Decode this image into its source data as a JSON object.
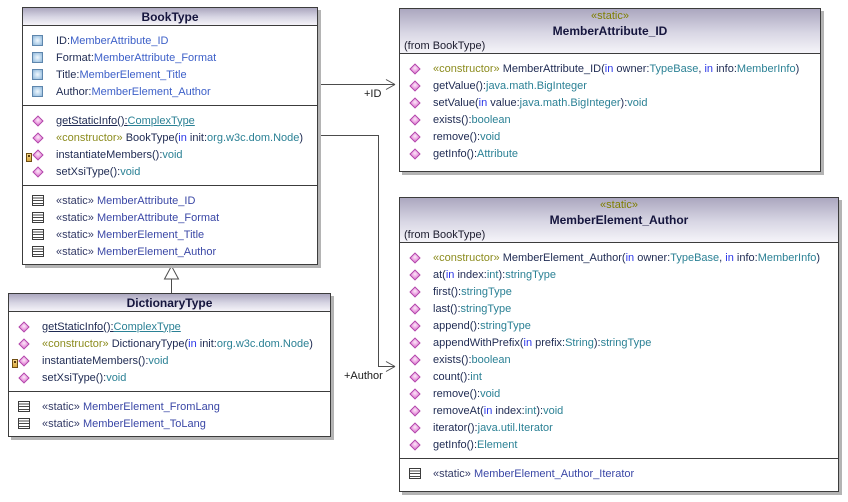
{
  "colors": {
    "member_name": "#1e2a52",
    "attribute_type": "#3c5fc8",
    "operation_type": "#2b8195",
    "keyword_in": "#2a36e8",
    "constructor_stereotype": "#8c8c1e",
    "static_stereotype_header": "#7f7f00",
    "nested_stereotype": "#333a66",
    "nested_name": "#3a47a6",
    "class_title": "#15153d",
    "box_border": "#3c3c3c",
    "connector": "#4c4c4c"
  },
  "connectors": {
    "id": {
      "type": "association",
      "label": "+ID"
    },
    "author": {
      "type": "association",
      "label": "+Author"
    },
    "generalization": {
      "type": "generalization",
      "from": "DictionaryType",
      "to": "BookType"
    }
  },
  "classes": [
    {
      "title": "BookType",
      "stereotype": "",
      "from": "",
      "compartments": [
        {
          "kind": "attributes",
          "rows": [
            {
              "icon": "attribute",
              "segments": [
                [
                  "ID:",
                  "member_name"
                ],
                [
                  "MemberAttribute_ID",
                  "attribute_type"
                ]
              ]
            },
            {
              "icon": "attribute",
              "segments": [
                [
                  "Format:",
                  "member_name"
                ],
                [
                  "MemberAttribute_Format",
                  "attribute_type"
                ]
              ]
            },
            {
              "icon": "attribute",
              "segments": [
                [
                  "Title:",
                  "member_name"
                ],
                [
                  "MemberElement_Title",
                  "attribute_type"
                ]
              ]
            },
            {
              "icon": "attribute",
              "segments": [
                [
                  "Author:",
                  "member_name"
                ],
                [
                  "MemberElement_Author",
                  "attribute_type"
                ]
              ]
            }
          ]
        },
        {
          "kind": "operations",
          "rows": [
            {
              "icon": "operation",
              "underline": true,
              "segments": [
                [
                  "getStaticInfo():",
                  "member_name"
                ],
                [
                  "ComplexType",
                  "operation_type"
                ]
              ]
            },
            {
              "icon": "operation",
              "segments": [
                [
                  "«constructor» ",
                  "constructor_stereotype"
                ],
                [
                  "BookType(",
                  "member_name"
                ],
                [
                  "in",
                  "keyword_in"
                ],
                [
                  " init:",
                  "member_name"
                ],
                [
                  "org.w3c.dom.Node",
                  "operation_type"
                ],
                [
                  ")",
                  "member_name"
                ]
              ]
            },
            {
              "icon": "operation",
              "badge": "protected-key",
              "segments": [
                [
                  "instantiateMembers():",
                  "member_name"
                ],
                [
                  "void",
                  "operation_type"
                ]
              ]
            },
            {
              "icon": "operation",
              "segments": [
                [
                  "setXsiType():",
                  "member_name"
                ],
                [
                  "void",
                  "operation_type"
                ]
              ]
            }
          ]
        },
        {
          "kind": "nested",
          "rows": [
            {
              "icon": "nested-classifier",
              "segments": [
                [
                  "«static» ",
                  "nested_stereotype"
                ],
                [
                  "MemberAttribute_ID",
                  "nested_name"
                ]
              ]
            },
            {
              "icon": "nested-classifier",
              "segments": [
                [
                  "«static» ",
                  "nested_stereotype"
                ],
                [
                  "MemberAttribute_Format",
                  "nested_name"
                ]
              ]
            },
            {
              "icon": "nested-classifier",
              "segments": [
                [
                  "«static» ",
                  "nested_stereotype"
                ],
                [
                  "MemberElement_Title",
                  "nested_name"
                ]
              ]
            },
            {
              "icon": "nested-classifier",
              "segments": [
                [
                  "«static» ",
                  "nested_stereotype"
                ],
                [
                  "MemberElement_Author",
                  "nested_name"
                ]
              ]
            }
          ]
        }
      ]
    },
    {
      "title": "MemberAttribute_ID",
      "stereotype": "«static»",
      "from": "(from BookType)",
      "compartments": [
        {
          "kind": "operations",
          "rows": [
            {
              "icon": "operation",
              "segments": [
                [
                  "«constructor» ",
                  "constructor_stereotype"
                ],
                [
                  "MemberAttribute_ID(",
                  "member_name"
                ],
                [
                  "in",
                  "keyword_in"
                ],
                [
                  " owner:",
                  "member_name"
                ],
                [
                  "TypeBase",
                  "operation_type"
                ],
                [
                  ", ",
                  "member_name"
                ],
                [
                  "in",
                  "keyword_in"
                ],
                [
                  " info:",
                  "member_name"
                ],
                [
                  "MemberInfo",
                  "operation_type"
                ],
                [
                  ")",
                  "member_name"
                ]
              ]
            },
            {
              "icon": "operation",
              "segments": [
                [
                  "getValue():",
                  "member_name"
                ],
                [
                  "java.math.BigInteger",
                  "operation_type"
                ]
              ]
            },
            {
              "icon": "operation",
              "segments": [
                [
                  "setValue(",
                  "member_name"
                ],
                [
                  "in",
                  "keyword_in"
                ],
                [
                  " value:",
                  "member_name"
                ],
                [
                  "java.math.BigInteger",
                  "operation_type"
                ],
                [
                  "):",
                  "member_name"
                ],
                [
                  "void",
                  "operation_type"
                ]
              ]
            },
            {
              "icon": "operation",
              "segments": [
                [
                  "exists():",
                  "member_name"
                ],
                [
                  "boolean",
                  "operation_type"
                ]
              ]
            },
            {
              "icon": "operation",
              "segments": [
                [
                  "remove():",
                  "member_name"
                ],
                [
                  "void",
                  "operation_type"
                ]
              ]
            },
            {
              "icon": "operation",
              "segments": [
                [
                  "getInfo():",
                  "member_name"
                ],
                [
                  "Attribute",
                  "operation_type"
                ]
              ]
            }
          ]
        }
      ]
    },
    {
      "title": "DictionaryType",
      "stereotype": "",
      "from": "",
      "compartments": [
        {
          "kind": "operations",
          "rows": [
            {
              "icon": "operation",
              "underline": true,
              "segments": [
                [
                  "getStaticInfo():",
                  "member_name"
                ],
                [
                  "ComplexType",
                  "operation_type"
                ]
              ]
            },
            {
              "icon": "operation",
              "segments": [
                [
                  "«constructor» ",
                  "constructor_stereotype"
                ],
                [
                  "DictionaryType(",
                  "member_name"
                ],
                [
                  "in",
                  "keyword_in"
                ],
                [
                  " init:",
                  "member_name"
                ],
                [
                  "org.w3c.dom.Node",
                  "operation_type"
                ],
                [
                  ")",
                  "member_name"
                ]
              ]
            },
            {
              "icon": "operation",
              "badge": "protected-key",
              "segments": [
                [
                  "instantiateMembers():",
                  "member_name"
                ],
                [
                  "void",
                  "operation_type"
                ]
              ]
            },
            {
              "icon": "operation",
              "segments": [
                [
                  "setXsiType():",
                  "member_name"
                ],
                [
                  "void",
                  "operation_type"
                ]
              ]
            }
          ]
        },
        {
          "kind": "nested",
          "rows": [
            {
              "icon": "nested-classifier",
              "segments": [
                [
                  "«static» ",
                  "nested_stereotype"
                ],
                [
                  "MemberElement_FromLang",
                  "nested_name"
                ]
              ]
            },
            {
              "icon": "nested-classifier",
              "segments": [
                [
                  "«static» ",
                  "nested_stereotype"
                ],
                [
                  "MemberElement_ToLang",
                  "nested_name"
                ]
              ]
            }
          ]
        }
      ]
    },
    {
      "title": "MemberElement_Author",
      "stereotype": "«static»",
      "from": "(from BookType)",
      "compartments": [
        {
          "kind": "operations",
          "rows": [
            {
              "icon": "operation",
              "segments": [
                [
                  "«constructor» ",
                  "constructor_stereotype"
                ],
                [
                  "MemberElement_Author(",
                  "member_name"
                ],
                [
                  "in",
                  "keyword_in"
                ],
                [
                  " owner:",
                  "member_name"
                ],
                [
                  "TypeBase",
                  "operation_type"
                ],
                [
                  ", ",
                  "member_name"
                ],
                [
                  "in",
                  "keyword_in"
                ],
                [
                  " info:",
                  "member_name"
                ],
                [
                  "MemberInfo",
                  "operation_type"
                ],
                [
                  ")",
                  "member_name"
                ]
              ]
            },
            {
              "icon": "operation",
              "segments": [
                [
                  "at(",
                  "member_name"
                ],
                [
                  "in",
                  "keyword_in"
                ],
                [
                  " index:",
                  "member_name"
                ],
                [
                  "int",
                  "operation_type"
                ],
                [
                  "):",
                  "member_name"
                ],
                [
                  "stringType",
                  "operation_type"
                ]
              ]
            },
            {
              "icon": "operation",
              "segments": [
                [
                  "first():",
                  "member_name"
                ],
                [
                  "stringType",
                  "operation_type"
                ]
              ]
            },
            {
              "icon": "operation",
              "segments": [
                [
                  "last():",
                  "member_name"
                ],
                [
                  "stringType",
                  "operation_type"
                ]
              ]
            },
            {
              "icon": "operation",
              "segments": [
                [
                  "append():",
                  "member_name"
                ],
                [
                  "stringType",
                  "operation_type"
                ]
              ]
            },
            {
              "icon": "operation",
              "segments": [
                [
                  "appendWithPrefix(",
                  "member_name"
                ],
                [
                  "in",
                  "keyword_in"
                ],
                [
                  " prefix:",
                  "member_name"
                ],
                [
                  "String",
                  "operation_type"
                ],
                [
                  "):",
                  "member_name"
                ],
                [
                  "stringType",
                  "operation_type"
                ]
              ]
            },
            {
              "icon": "operation",
              "segments": [
                [
                  "exists():",
                  "member_name"
                ],
                [
                  "boolean",
                  "operation_type"
                ]
              ]
            },
            {
              "icon": "operation",
              "segments": [
                [
                  "count():",
                  "member_name"
                ],
                [
                  "int",
                  "operation_type"
                ]
              ]
            },
            {
              "icon": "operation",
              "segments": [
                [
                  "remove():",
                  "member_name"
                ],
                [
                  "void",
                  "operation_type"
                ]
              ]
            },
            {
              "icon": "operation",
              "segments": [
                [
                  "removeAt(",
                  "member_name"
                ],
                [
                  "in",
                  "keyword_in"
                ],
                [
                  " index:",
                  "member_name"
                ],
                [
                  "int",
                  "operation_type"
                ],
                [
                  "):",
                  "member_name"
                ],
                [
                  "void",
                  "operation_type"
                ]
              ]
            },
            {
              "icon": "operation",
              "segments": [
                [
                  "iterator():",
                  "member_name"
                ],
                [
                  "java.util.Iterator",
                  "operation_type"
                ]
              ]
            },
            {
              "icon": "operation",
              "segments": [
                [
                  "getInfo():",
                  "member_name"
                ],
                [
                  "Element",
                  "operation_type"
                ]
              ]
            }
          ]
        },
        {
          "kind": "nested",
          "rows": [
            {
              "icon": "nested-classifier",
              "segments": [
                [
                  "«static» ",
                  "nested_stereotype"
                ],
                [
                  "MemberElement_Author_Iterator",
                  "nested_name"
                ]
              ]
            }
          ]
        }
      ]
    }
  ]
}
